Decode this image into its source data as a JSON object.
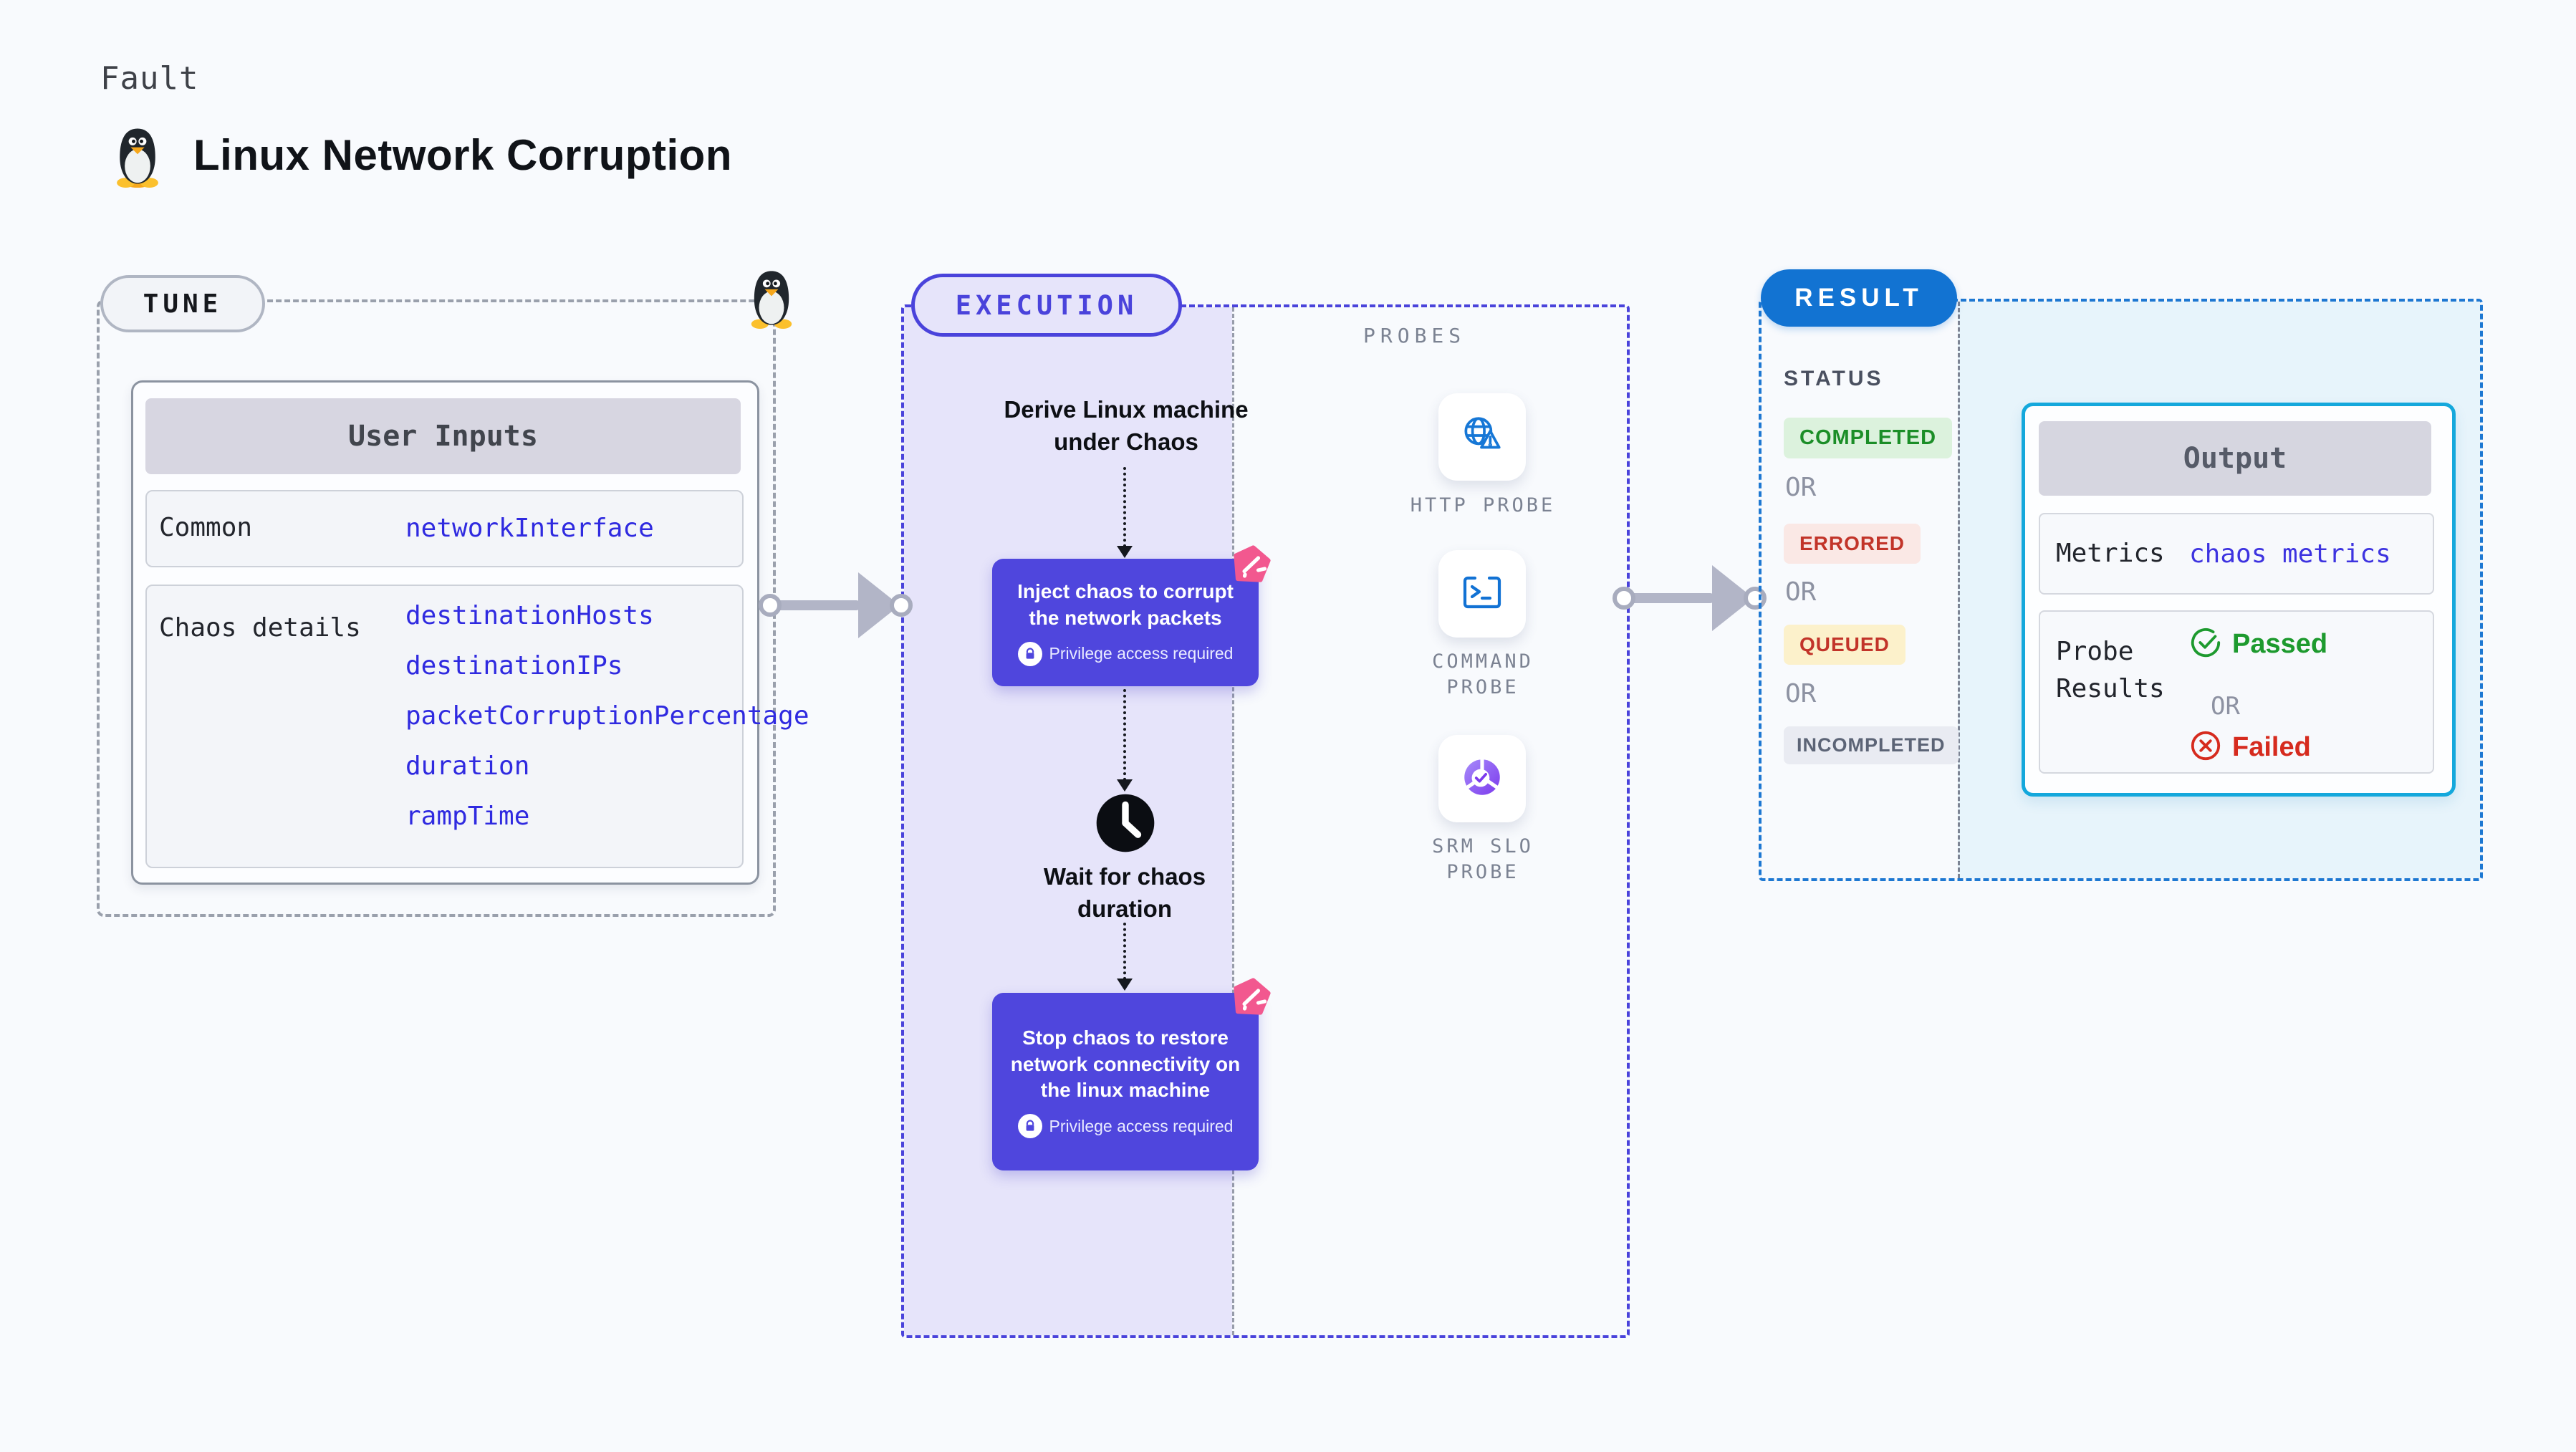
{
  "page": {
    "kicker": "Fault",
    "title": "Linux Network Corruption"
  },
  "tune": {
    "badge": "TUNE",
    "table": {
      "header": "User Inputs",
      "rows": [
        {
          "label": "Common",
          "values": [
            "networkInterface"
          ]
        },
        {
          "label": "Chaos details",
          "values": [
            "destinationHosts",
            "destinationIPs",
            "packetCorruptionPercentage",
            "duration",
            "rampTime"
          ]
        }
      ]
    }
  },
  "execution": {
    "badge": "EXECUTION",
    "derive": "Derive Linux machine under Chaos",
    "inject": "Inject chaos to corrupt the network packets",
    "privilege": "Privilege access required",
    "wait": "Wait for chaos duration",
    "stop": "Stop chaos to restore network connectivity on the linux machine"
  },
  "probes": {
    "header": "PROBES",
    "items": [
      {
        "label": "HTTP PROBE",
        "icon": "globe-alert-icon"
      },
      {
        "label": "COMMAND PROBE",
        "icon": "terminal-icon"
      },
      {
        "label": "SRM SLO PROBE",
        "icon": "slo-donut-check-icon"
      }
    ]
  },
  "result": {
    "badge": "RESULT",
    "status_header": "STATUS",
    "or": "OR",
    "statuses": [
      {
        "label": "COMPLETED",
        "fg": "#1b8e27",
        "bg": "#dcf2dd"
      },
      {
        "label": "ERRORED",
        "fg": "#c23429",
        "bg": "#fae8e5"
      },
      {
        "label": "QUEUED",
        "fg": "#c23429",
        "bg": "#fcf1cb"
      },
      {
        "label": "INCOMPLETED",
        "fg": "#5c6476",
        "bg": "#e9ebf2"
      }
    ],
    "output": {
      "header": "Output",
      "metrics_label": "Metrics",
      "metrics_value": "chaos metrics",
      "probe_label": "Probe Results",
      "passed": "Passed",
      "or": "OR",
      "failed": "Failed"
    }
  },
  "colors": {
    "indigo": "#4a43db",
    "node_purple": "#4f46dd",
    "lavender": "#e6e4fa",
    "result_blue": "#1273d2",
    "result_bg": "#e7f4fb",
    "output_border": "#14a8dc",
    "arrow_gray": "#b2b5c7",
    "code_value": "#2f2ae0",
    "chaos_pink": "#f2588f",
    "passed_green": "#1d9a2e",
    "failed_red": "#d62b1e"
  }
}
